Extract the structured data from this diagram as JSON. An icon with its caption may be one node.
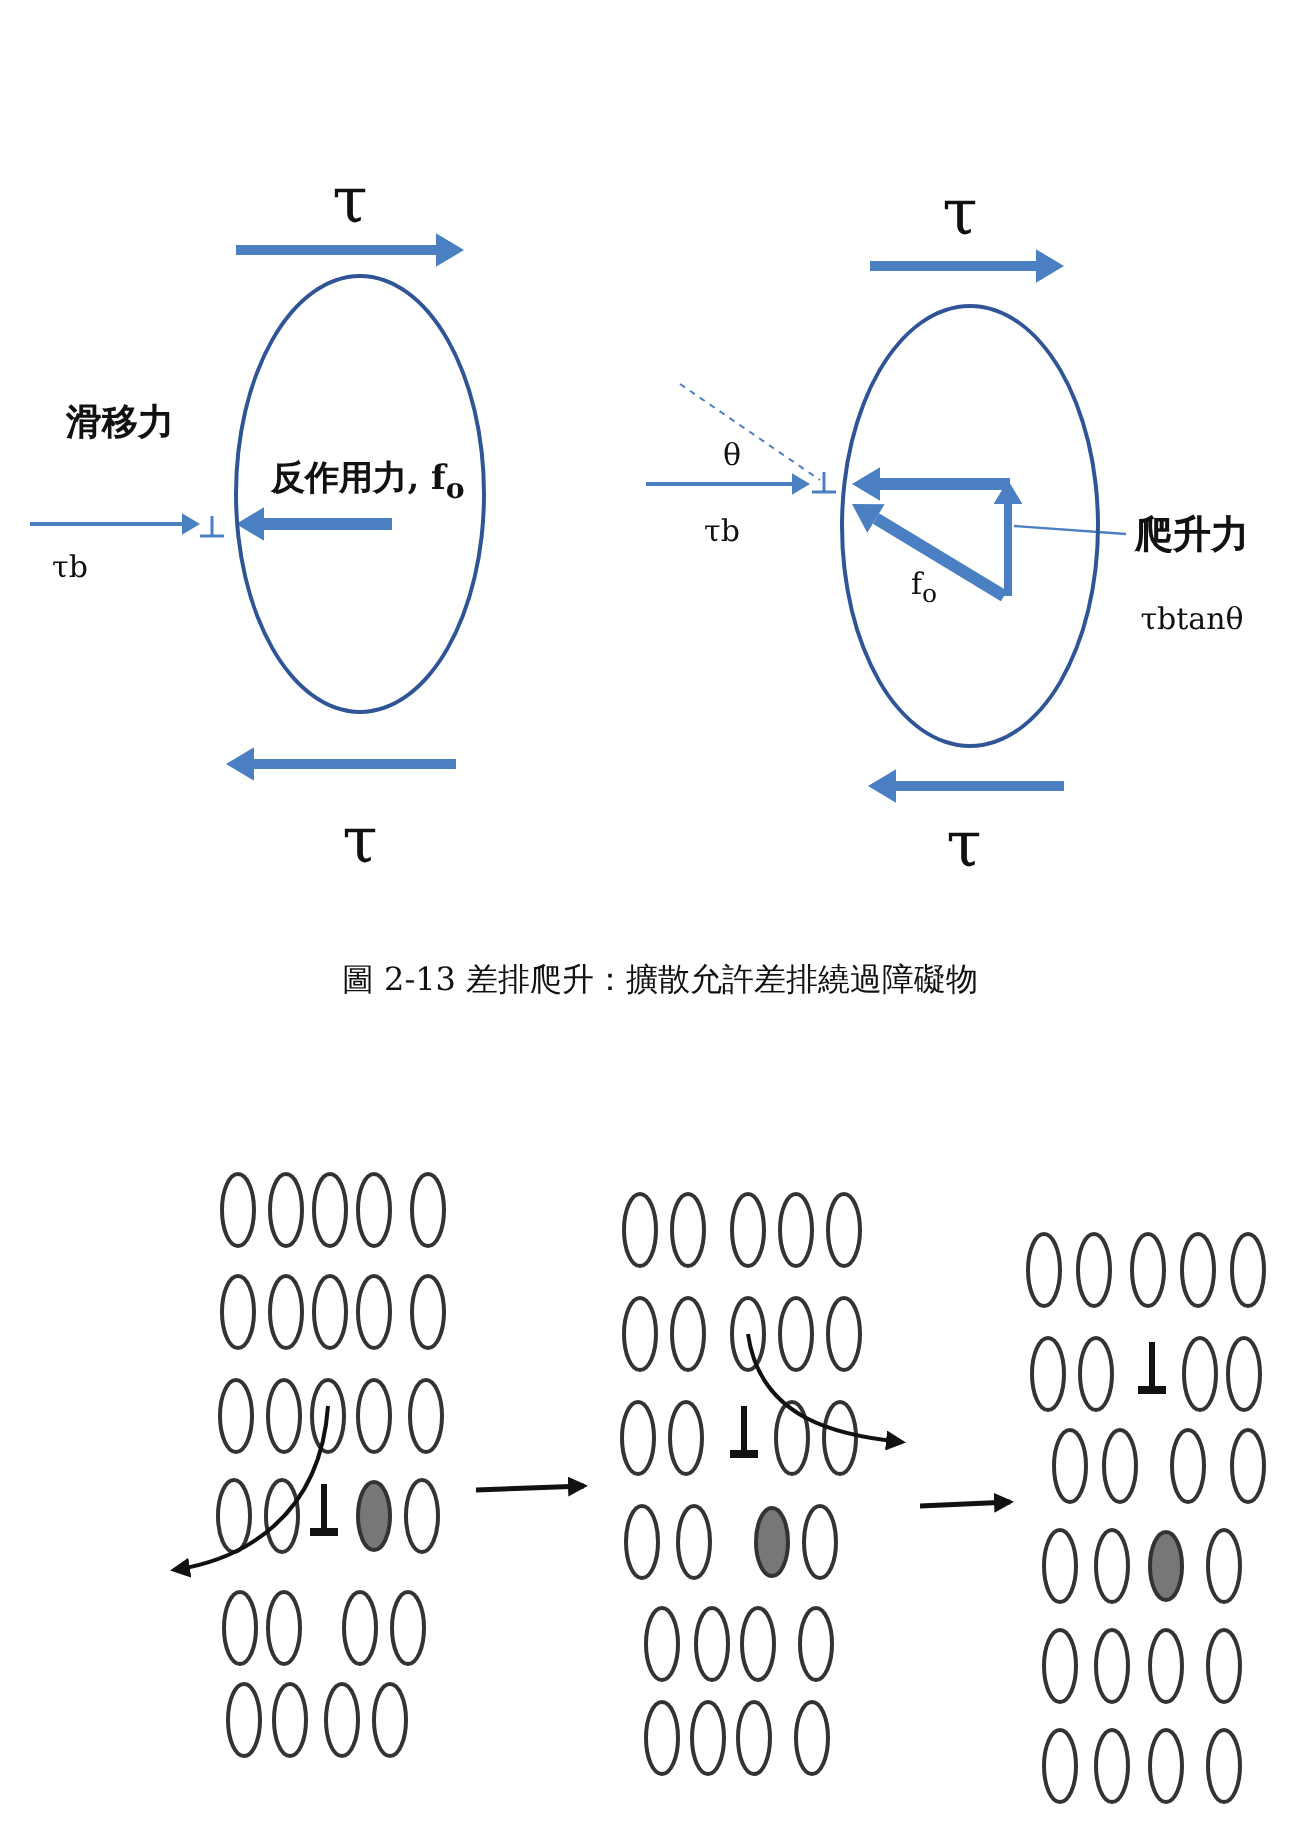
{
  "diagram": {
    "caption": "圖 2-13 差排爬升：擴散允許差排繞過障礙物",
    "nodes": [
      {
        "text": [
          "反作用力, f$_{o}$"
        ]
      },
      {
        "text": [
          "f$_{o}$"
        ]
      },
      {
        "text": [
          "爬升力",
          "τbtanθ"
        ]
      },
      {
        "text": [],
        "shape": "picture"
      },
      {
        "text": [],
        "shape": "picture"
      },
      {
        "text": [],
        "shape": "picture"
      }
    ],
    "edges": [
      {
        "from": 2,
        "to": 1,
        "arrow": "none",
        "color": "#4a7fc1"
      },
      {
        "from": 3,
        "to": 4,
        "arrow": "to"
      },
      {
        "from": 4,
        "to": 5,
        "arrow": "to"
      }
    ],
    "labels": [
      "τ",
      "τ",
      "滑移力",
      "θ",
      "τb",
      "τb",
      "τ",
      "τ"
    ]
  }
}
